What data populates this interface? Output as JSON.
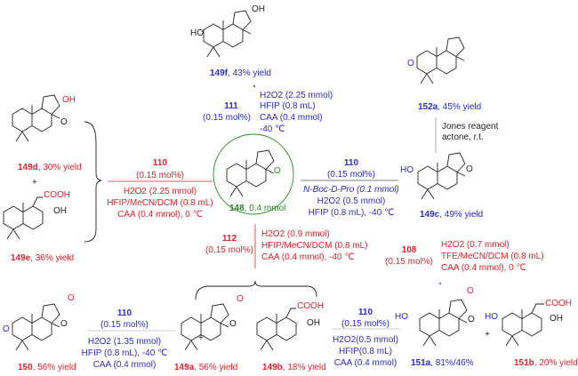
{
  "colors": {
    "red": "#e8202a",
    "blue": "#2a2ad8",
    "green": "#2a8a2a"
  },
  "compounds": {
    "c149f": {
      "id": "149f",
      "yield": ", 43% yield",
      "groups": [
        "HO",
        "OH"
      ]
    },
    "c152a": {
      "id": "152a",
      "yield": ", 45% yield",
      "groups": [
        "O"
      ]
    },
    "c149d": {
      "id": "149d",
      "yield": ", 30% yield",
      "groups": [
        "OH",
        "O"
      ]
    },
    "c149e": {
      "id": "149e",
      "yield": ", 36% yield",
      "groups": [
        "COOH",
        "OH"
      ]
    },
    "c148": {
      "id": "148",
      "yield": ", 0.4 mmol",
      "groups": [
        "O"
      ]
    },
    "c149c": {
      "id": "149c",
      "yield": ", 49% yield",
      "groups": [
        "HO",
        "O"
      ]
    },
    "c150": {
      "id": "150",
      "yield": ", 56% yield",
      "groups": [
        "O",
        "O",
        "O"
      ]
    },
    "c149a": {
      "id": "149a",
      "yield": ", 56% yield",
      "groups": [
        "O",
        "O"
      ]
    },
    "c149b": {
      "id": "149b",
      "yield": ", 18% yield",
      "groups": [
        "COOH",
        "OH"
      ]
    },
    "c151a": {
      "id": "151a",
      "yield": ", 81%/46%",
      "groups": [
        "HO",
        "O",
        "O"
      ]
    },
    "c151b": {
      "id": "151b",
      "yield": ", 20% yield",
      "groups": [
        "HO",
        "COOH",
        "OH"
      ]
    }
  },
  "plus": "+",
  "reactions": {
    "top": {
      "catalyst": "111",
      "loading": "(0.15 mol%)",
      "conditions": [
        "H2O2 (2.25 mmol)",
        "HFIP (0.8 mL)",
        "CAA (0.4 mmol)",
        "-40 ℃"
      ]
    },
    "left": {
      "catalyst": "110",
      "loading": "(0.15 mol%)",
      "conditions": [
        "H2O2 (2.25 mmol)",
        "HFIP/MeCN/DCM (0.8 mL)",
        "CAA (0.4 mmol), 0 ℃"
      ]
    },
    "right": {
      "catalyst": "110",
      "loading": "(0.15 mol%)",
      "conditions": [
        "N-Boc-D-Pro (0.1 mmol)",
        "H2O2 (0.5 mmol)",
        "HFIP (0.8 mL), -40 ℃"
      ]
    },
    "jones": {
      "conditions": [
        "Jones reagent",
        "actone, r.t."
      ]
    },
    "down": {
      "catalyst": "112",
      "loading": "(0.15 mol%)",
      "conditions": [
        "H2O2 (0.9 mmol)",
        "HFIP/MeCN/DCM (0.8 mL)",
        "CAA (0.4 mmol), -40 ℃"
      ]
    },
    "r108": {
      "catalyst": "108",
      "loading": "(0.15 mol%)",
      "conditions": [
        "H2O2 (0.7 mmol)",
        "TFE/MeCN/DCM (0.8 mL)",
        "CAA (0.4 mmol), 0 ℃"
      ]
    },
    "bottomLeft": {
      "catalyst": "110",
      "loading": "(0.15 mol%)",
      "conditions": [
        "H2O2 (1.35 mmol)",
        "HFIP (0.8 mL), -40 ℃",
        "CAA (0.4 mmol)"
      ]
    },
    "bottomMid": {
      "catalyst": "110",
      "loading": "(0.15 mol%)",
      "conditions": [
        "H2O2(0.5 mmol)",
        "HFIP(0.8 mL)",
        "CAA (0.4 mmol)"
      ]
    }
  }
}
